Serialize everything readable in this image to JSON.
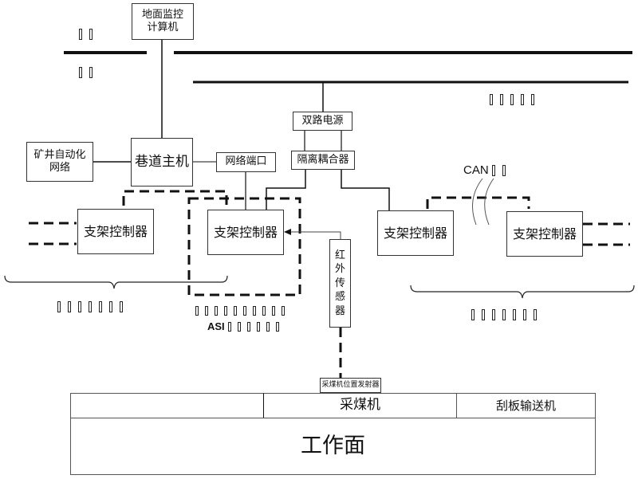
{
  "diagram": {
    "title_nodes": {
      "ground_computer": [
        "地面监控",
        "计算机"
      ],
      "mine_network": [
        "矿井自动化",
        "网络"
      ],
      "roadway_host": "巷道主机",
      "network_port": "网络端口",
      "dual_power": "双路电源",
      "isolation_coupler": "隔离耦合器",
      "support_controller": "支架控制器",
      "infrared_sensor": [
        "红",
        "外",
        "传",
        "感",
        "器"
      ],
      "shearer_emitter": "采煤机位置发射器",
      "shearer": "采煤机",
      "scraper_conveyor": "刮板输送机",
      "working_face": "工作面"
    },
    "labels": {
      "can_bus": "CAN",
      "asi": "ASI"
    },
    "placeholder_glyph_groups": {
      "top_left_upper": 2,
      "top_left_lower": 2,
      "right_of_bus": 5,
      "left_controller_group": 7,
      "asi_upper": 10,
      "asi_lower": 6,
      "right_controller_group": 7,
      "can_suffix": 2
    },
    "controllers": [
      {
        "id": "left",
        "label": "支架控制器"
      },
      {
        "id": "center",
        "label": "支架控制器"
      },
      {
        "id": "right1",
        "label": "支架控制器"
      },
      {
        "id": "right2",
        "label": "支架控制器"
      }
    ]
  }
}
